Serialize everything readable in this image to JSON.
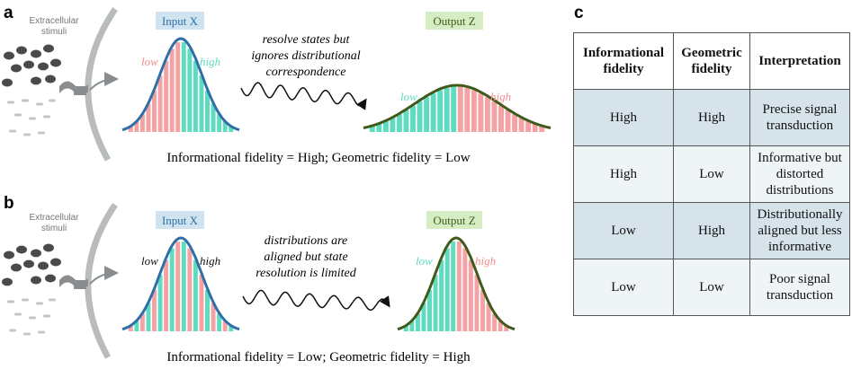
{
  "panel_a": {
    "letter": "a",
    "stimuli_label": [
      "Extracellular",
      "stimuli"
    ],
    "input_label": "Input X",
    "output_label": "Output Z",
    "input_low": "low",
    "input_high": "high",
    "output_low": "low",
    "output_high": "high",
    "arrow_text": [
      "resolve states but",
      "ignores distributional",
      "correspondence"
    ],
    "caption": "Informational fidelity = High;  Geometric fidelity = Low"
  },
  "panel_b": {
    "letter": "b",
    "stimuli_label": [
      "Extracellular",
      "stimuli"
    ],
    "input_label": "Input X",
    "output_label": "Output Z",
    "input_low": "low",
    "input_high": "high",
    "output_low": "low",
    "output_high": "high",
    "arrow_text": [
      "distributions are",
      "aligned but state",
      "resolution is limited"
    ],
    "caption": "Informational fidelity = Low;  Geometric fidelity = High"
  },
  "panel_c": {
    "letter": "c",
    "headers": [
      [
        "Informational",
        "fidelity"
      ],
      [
        "Geometric",
        "fidelity"
      ],
      [
        "Interpretation"
      ]
    ],
    "rows": [
      {
        "info": "High",
        "geo": "High",
        "interp": [
          "Precise signal",
          "transduction"
        ]
      },
      {
        "info": "High",
        "geo": "Low",
        "interp": [
          "Informative but",
          "distorted",
          "distributions"
        ]
      },
      {
        "info": "Low",
        "geo": "High",
        "interp": [
          "Distributionally",
          "aligned but less",
          "informative"
        ]
      },
      {
        "info": "Low",
        "geo": "Low",
        "interp": [
          "Poor signal",
          "transduction"
        ]
      }
    ]
  },
  "colors": {
    "pink": "#f4a2a4",
    "teal": "#5fdcc0",
    "blue_curve": "#2f6fa8",
    "green_curve": "#3f5a1a",
    "input_box": "#cfe4ee",
    "output_box": "#d6ecc2",
    "membrane": "#b9bcbc",
    "receptor": "#8a8d8f",
    "dark_molecule": "#4a4a4a",
    "light_molecule": "#c2c7c9"
  }
}
